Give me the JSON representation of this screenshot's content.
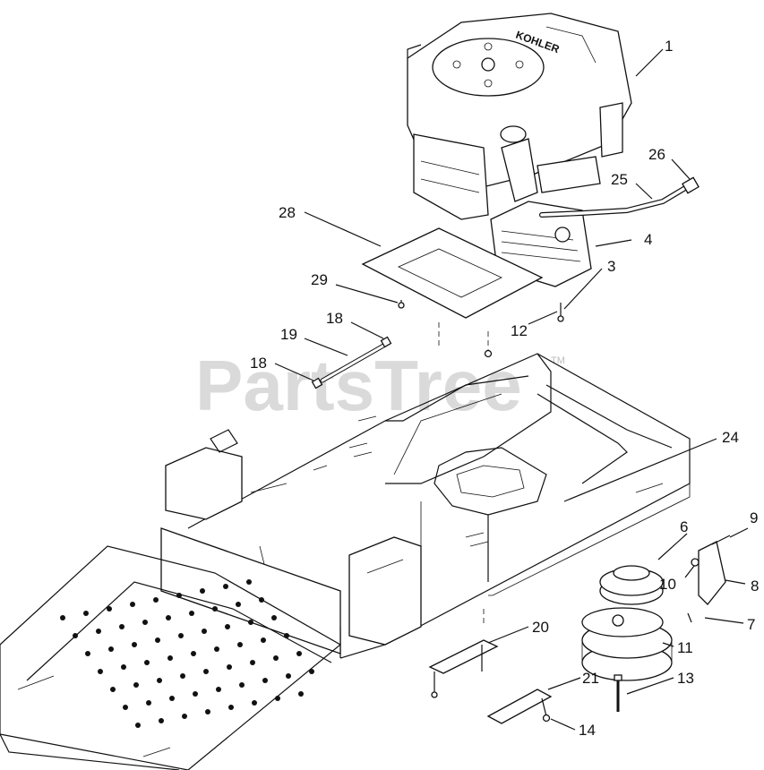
{
  "watermark": {
    "text": "PartsTree",
    "trademark": "TM"
  },
  "engine_brand": "KOHLER",
  "callouts": [
    {
      "id": "1",
      "label": "1"
    },
    {
      "id": "26",
      "label": "26"
    },
    {
      "id": "25",
      "label": "25"
    },
    {
      "id": "28",
      "label": "28"
    },
    {
      "id": "4",
      "label": "4"
    },
    {
      "id": "3",
      "label": "3"
    },
    {
      "id": "29",
      "label": "29"
    },
    {
      "id": "18a",
      "label": "18"
    },
    {
      "id": "19",
      "label": "19"
    },
    {
      "id": "12",
      "label": "12"
    },
    {
      "id": "18b",
      "label": "18"
    },
    {
      "id": "24",
      "label": "24"
    },
    {
      "id": "9",
      "label": "9"
    },
    {
      "id": "6",
      "label": "6"
    },
    {
      "id": "10",
      "label": "10"
    },
    {
      "id": "8",
      "label": "8"
    },
    {
      "id": "20",
      "label": "20"
    },
    {
      "id": "7",
      "label": "7"
    },
    {
      "id": "11",
      "label": "11"
    },
    {
      "id": "21",
      "label": "21"
    },
    {
      "id": "13",
      "label": "13"
    },
    {
      "id": "14",
      "label": "14"
    }
  ]
}
